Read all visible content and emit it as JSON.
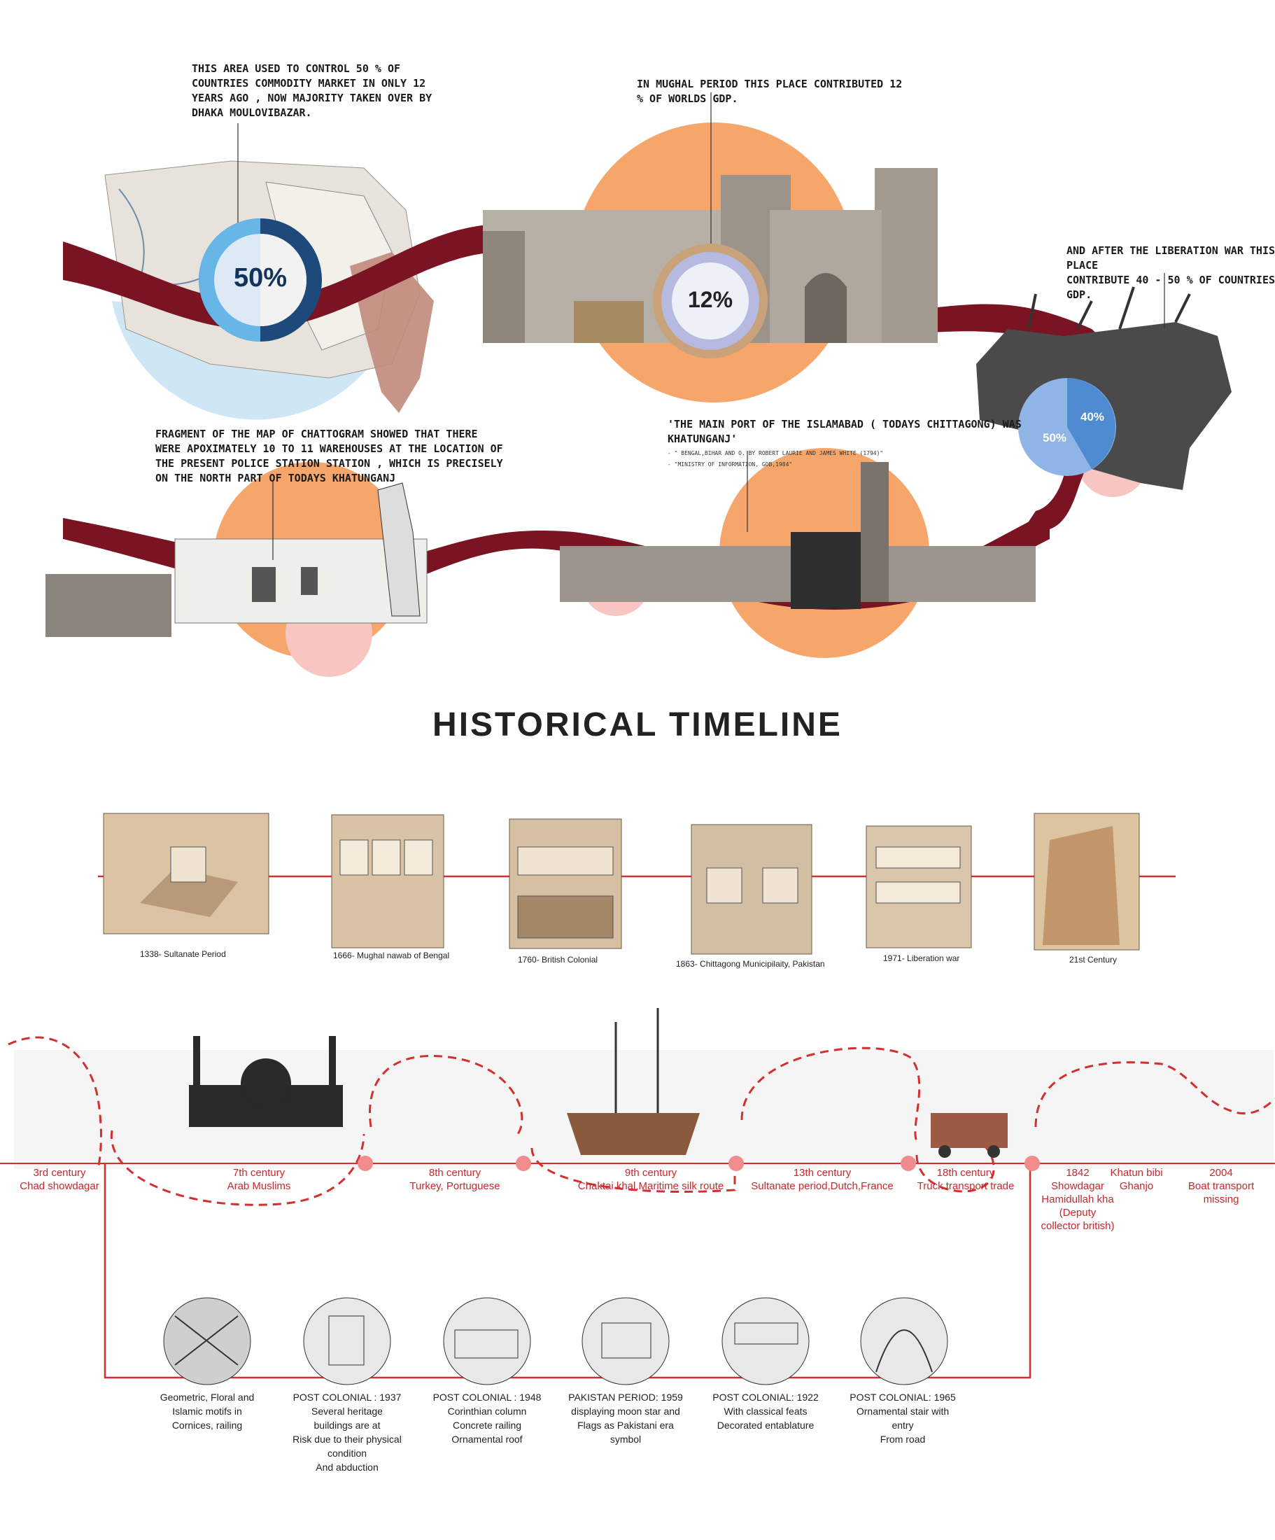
{
  "top": {
    "notes": {
      "market_control": [
        "THIS AREA USED TO CONTROL 50 % OF",
        "COUNTRIES COMMODITY MARKET IN ONLY 12",
        "YEARS AGO , NOW MAJORITY TAKEN OVER BY",
        "DHAKA MOULOVIBAZAR."
      ],
      "mughal": [
        "IN MUGHAL PERIOD THIS PLACE CONTRIBUTED 12",
        "% OF WORLDS GDP."
      ],
      "liberation": [
        "AND AFTER THE LIBERATION WAR THIS PLACE",
        "CONTRIBUTE 40 - 50 % OF COUNTRIES GDP."
      ],
      "fragment_map": [
        "FRAGMENT OF THE MAP OF CHATTOGRAM SHOWED THAT THERE",
        "WERE APOXIMATELY 10 TO 11 WAREHOUSES AT THE LOCATION OF",
        "THE PRESENT POLICE STATION STATION , WHICH IS PRECISELY",
        "ON THE NORTH PART OF TODAYS KHATUNGANJ"
      ],
      "main_port": [
        "'THE MAIN PORT OF THE ISLAMABAD ( TODAYS CHITTAGONG) WAS",
        "KHATUNGANJ'"
      ],
      "refs": [
        "- \" BENGAL,BIHAR AND O. BY ROBERT LAURIE AND JAMES WHITE (1794)\"",
        "- \"MINISTRY OF INFORMATION, GOB,1984\""
      ]
    },
    "stats": {
      "market_share": "50%",
      "mughal_gdp": "12%",
      "after_liberation": "40%",
      "after_liberation_2": "50%"
    }
  },
  "title": "HISTORICAL TIMELINE",
  "sketch_timeline": [
    "1338- Sultanate Period",
    "1666- Mughal nawab of Bengal",
    "1760- British Colonial",
    "1863- Chittagong Municipilaity, Pakistan",
    "1971- Liberation war",
    "21st Century"
  ],
  "events": [
    {
      "year": "3rd century",
      "desc": "Chad showdagar"
    },
    {
      "year": "7th century",
      "desc": "Arab Muslims"
    },
    {
      "year": "8th century",
      "desc": "Turkey, Portuguese"
    },
    {
      "year": "9th century",
      "desc": "Chaktai khal,Maritime silk route"
    },
    {
      "year": "13th century",
      "desc": "Sultanate period,Dutch,France"
    },
    {
      "year": "18th century",
      "desc": "Truck transport trade"
    },
    {
      "year": "1842",
      "lines": [
        "Showdagar",
        "Hamidullah kha",
        "(Deputy",
        "collector british)"
      ]
    },
    {
      "year": "Khatun bibi",
      "desc": "Ghanjo"
    },
    {
      "year": "2004",
      "lines": [
        "Boat transport",
        "missing"
      ]
    }
  ],
  "features": [
    {
      "lines": [
        "Geometric, Floral and",
        "Islamic motifs in",
        "Cornices, railing"
      ]
    },
    {
      "lines": [
        "POST COLONIAL : 1937",
        "Several heritage",
        "buildings are at",
        "Risk due to their physical",
        "condition",
        "And abduction"
      ]
    },
    {
      "lines": [
        "POST COLONIAL : 1948",
        "Corinthian column",
        "Concrete railing",
        "Ornamental roof"
      ]
    },
    {
      "lines": [
        "PAKISTAN PERIOD: 1959",
        "displaying moon star and",
        "Flags as Pakistani era",
        "symbol"
      ]
    },
    {
      "lines": [
        "POST COLONIAL: 1922",
        "With classical feats",
        "Decorated entablature"
      ]
    },
    {
      "lines": [
        "POST COLONIAL: 1965",
        "Ornamental stair with",
        "entry",
        "From road"
      ]
    }
  ],
  "colors": {
    "ribbon": "#7a1423",
    "sun": "#f6a66b",
    "blue": "#3f7fc4",
    "timeline_red": "#d32f2f",
    "pink": "#f7c6c2"
  }
}
